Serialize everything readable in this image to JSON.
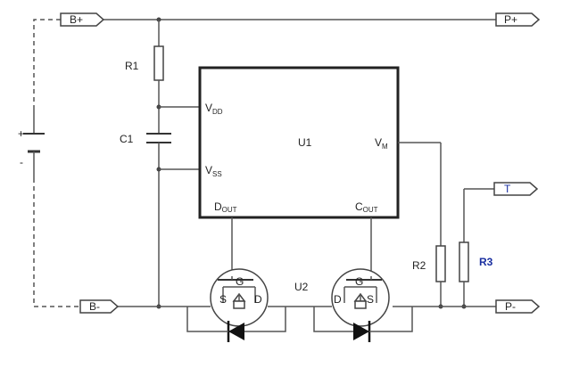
{
  "ports": {
    "b_plus": "B+",
    "b_minus": "B-",
    "p_plus": "P+",
    "p_minus": "P-",
    "t": "T"
  },
  "components": {
    "r1": "R1",
    "c1": "C1",
    "r2": "R2",
    "r3": "R3",
    "u1": "U1",
    "u2": "U2"
  },
  "ic_pins": {
    "vdd": {
      "main": "V",
      "sub": "DD"
    },
    "vss": {
      "main": "V",
      "sub": "SS"
    },
    "vm": {
      "main": "V",
      "sub": "M"
    },
    "dout": {
      "main": "D",
      "sub": "OUT"
    },
    "cout": {
      "main": "C",
      "sub": "OUT"
    }
  },
  "battery": {
    "plus": "+",
    "minus": "-"
  },
  "mosfet_left": {
    "g": "G",
    "s": "S",
    "d": "D"
  },
  "mosfet_right": {
    "g": "G",
    "s": "S",
    "d": "D"
  },
  "colors": {
    "accent_blue": "#1a2fa0",
    "wire": "#555555"
  }
}
